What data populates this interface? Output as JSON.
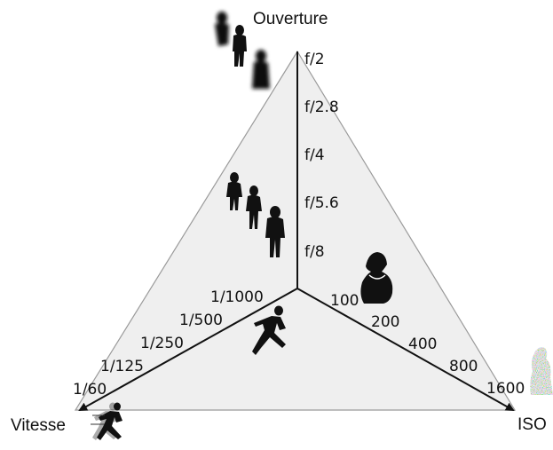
{
  "axes": {
    "aperture": {
      "title": "Ouverture",
      "ticks": [
        "f/2",
        "f/2.8",
        "f/4",
        "f/5.6",
        "f/8"
      ]
    },
    "shutter": {
      "title": "Vitesse",
      "ticks": [
        "1/60",
        "1/125",
        "1/250",
        "1/500",
        "1/1000"
      ]
    },
    "iso": {
      "title": "ISO",
      "ticks": [
        "100",
        "200",
        "400",
        "800",
        "1600"
      ]
    }
  },
  "colors": {
    "triangle_fill": "#efefef",
    "triangle_stroke": "#9a9a9a",
    "axis": "#111111"
  },
  "icons": [
    "walking-people-blurred-icon",
    "walking-people-sharp-icon",
    "runner-frozen-icon",
    "runner-blurred-icon",
    "woman-portrait-icon",
    "noisy-figure-icon"
  ]
}
